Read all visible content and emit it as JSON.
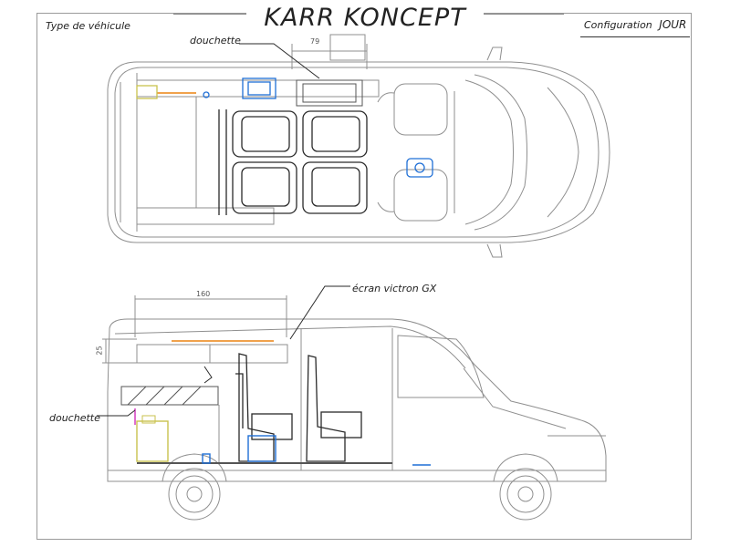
{
  "title": "KARR KONCEPT",
  "vehicle_type_label": "Type de véhicule",
  "configuration": {
    "label": "Configuration",
    "value": "JOUR"
  },
  "labels": {
    "douchette_top": "douchette",
    "douchette_side": "douchette",
    "ecran": "écran victron GX"
  },
  "dimensions": {
    "top_width": "79",
    "side_length": "160",
    "side_height": "25"
  },
  "colors": {
    "line": "#8f8f8f",
    "dark": "#2a2a2a",
    "blue": "#1f6fd6",
    "orange": "#f0a24c",
    "yellow": "#d8d36a"
  }
}
